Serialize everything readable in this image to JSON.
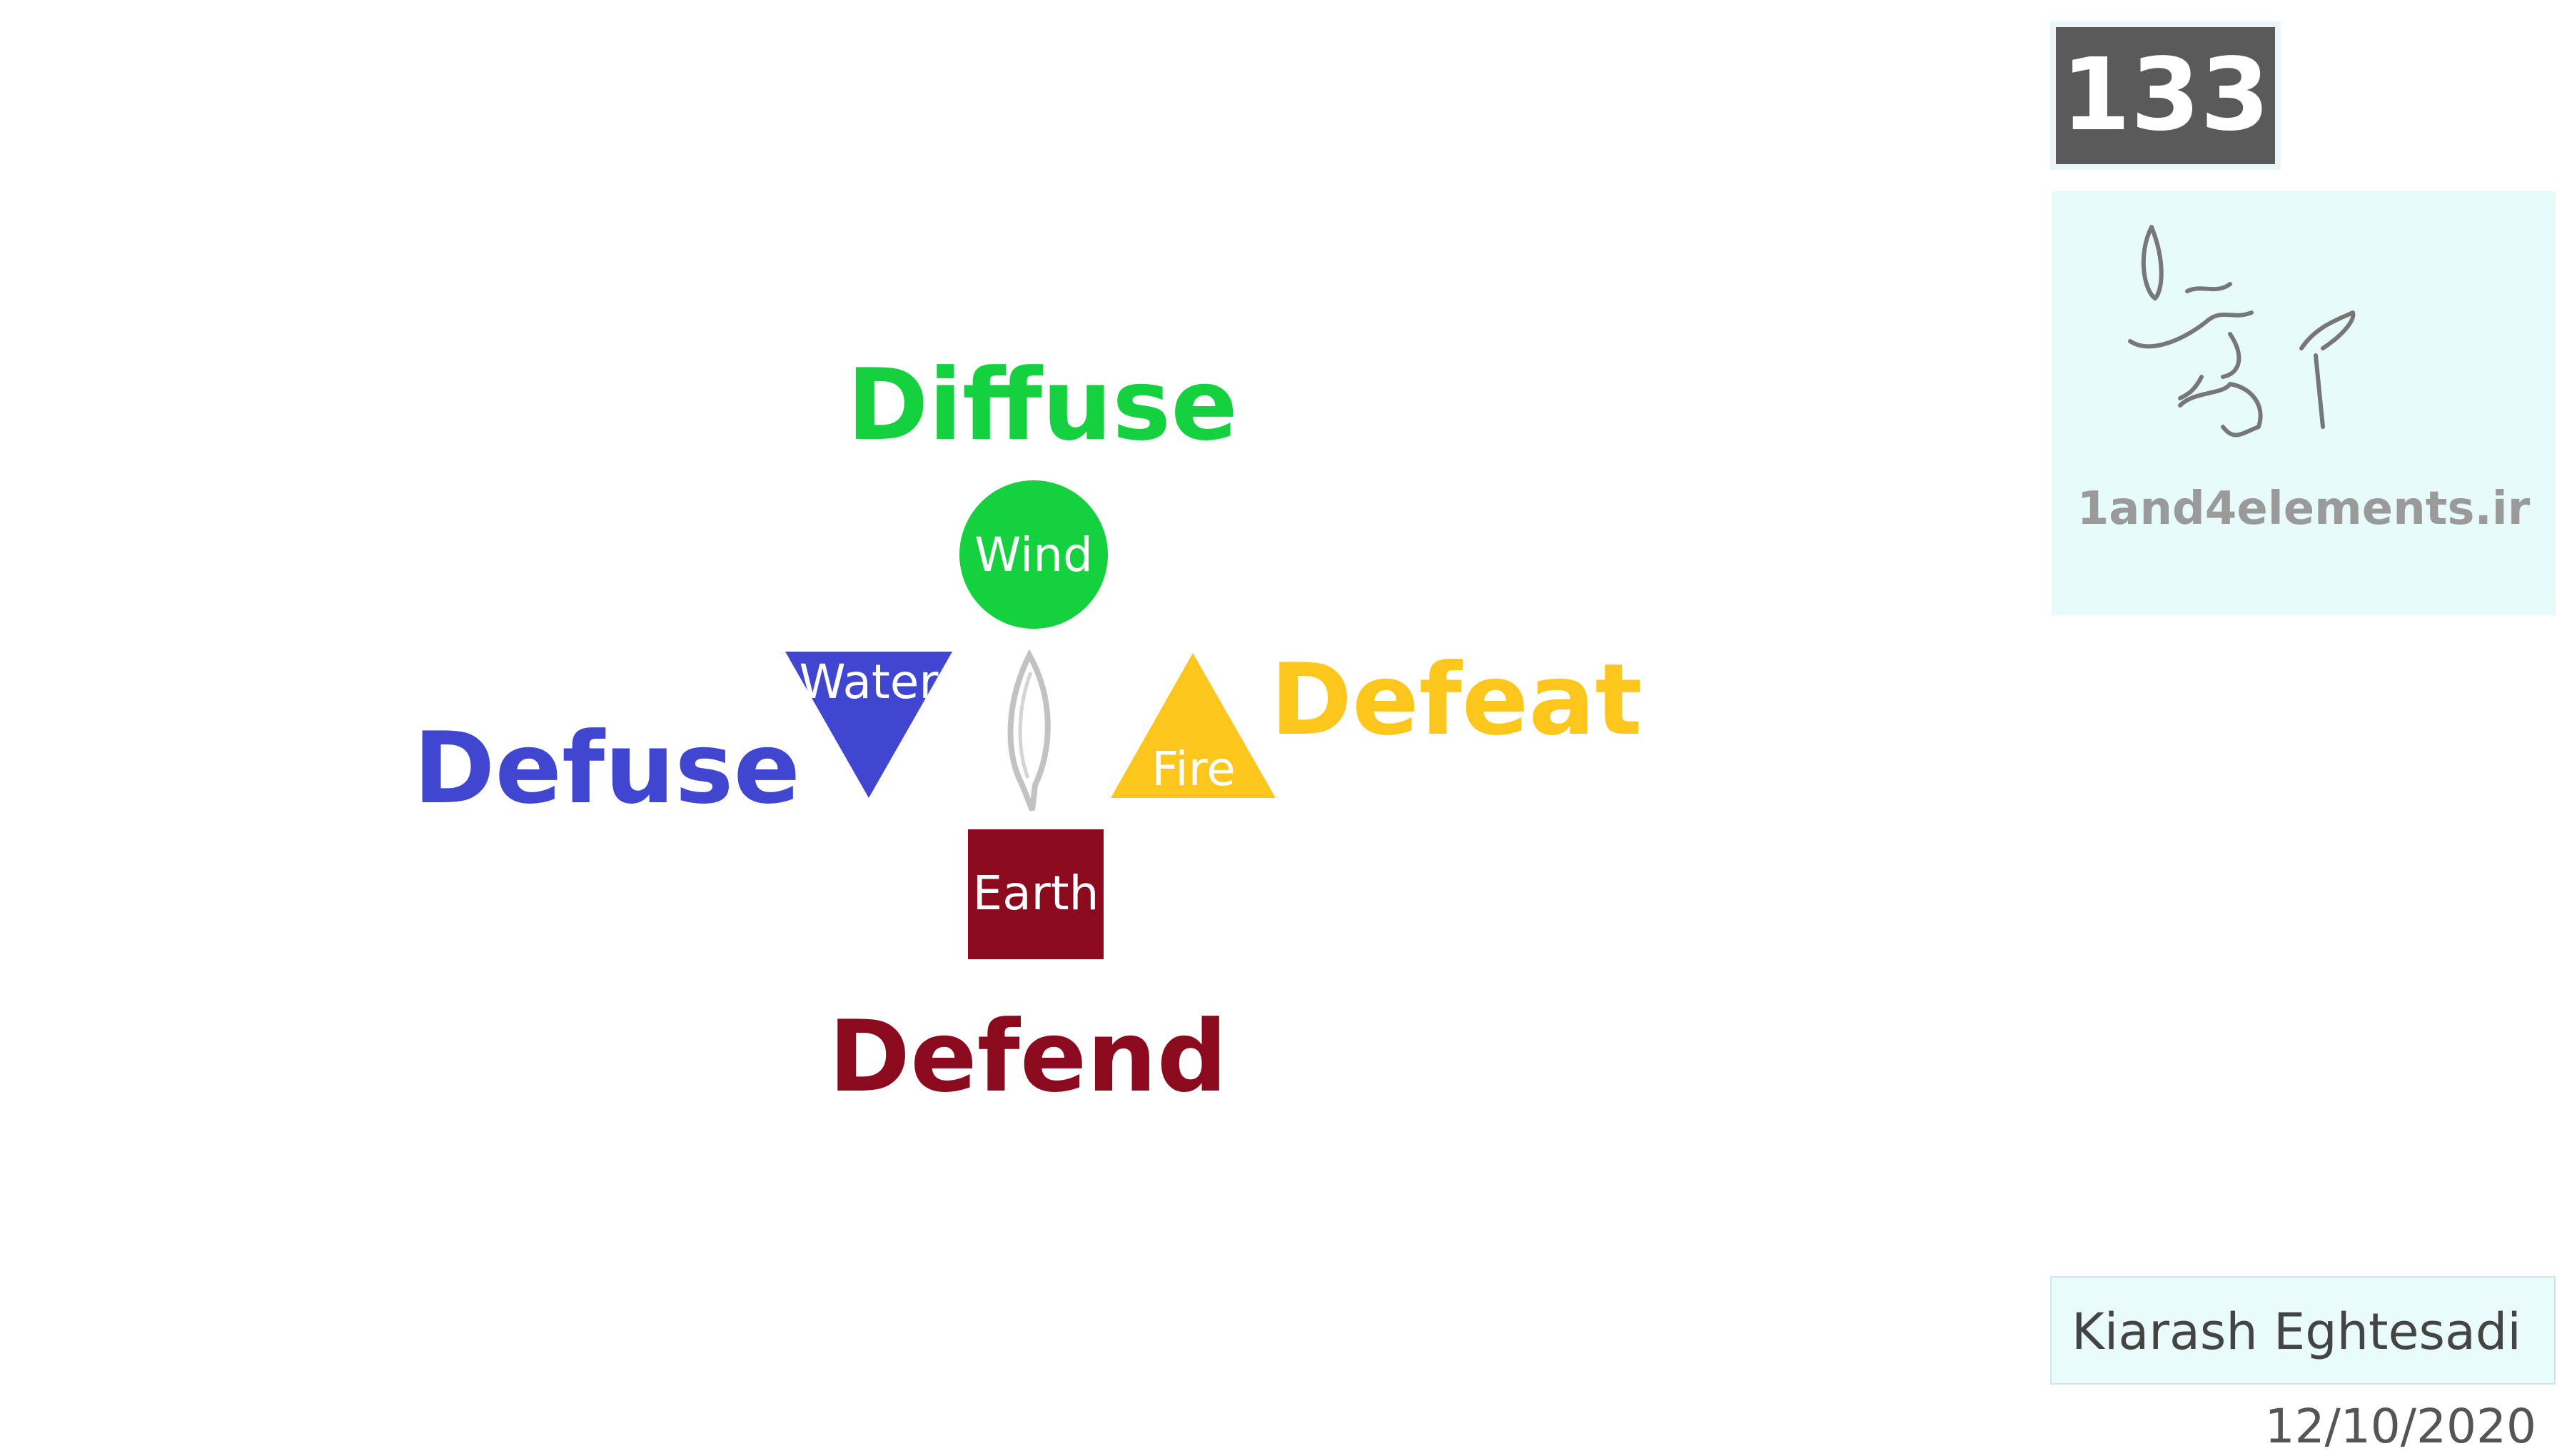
{
  "diagram": {
    "elements": [
      {
        "key": "wind",
        "shape": "circle",
        "label": "Wind",
        "word": "Diffuse",
        "color": "#15d140"
      },
      {
        "key": "water",
        "shape": "inverted-triangle",
        "label": "Water",
        "word": "Defuse",
        "color": "#4046cf"
      },
      {
        "key": "fire",
        "shape": "triangle",
        "label": "Fire",
        "word": "Defeat",
        "color": "#fcc61c"
      },
      {
        "key": "earth",
        "shape": "square",
        "label": "Earth",
        "word": "Defend",
        "color": "#8b0a1e"
      }
    ],
    "center_icon": "flame-outline-icon"
  },
  "slide_number": "133",
  "logo": {
    "icon": "calligraphy-logo-icon",
    "website": "1and4elements.ir"
  },
  "author": "Kiarash Eghtesadi",
  "date": "12/10/2020"
}
